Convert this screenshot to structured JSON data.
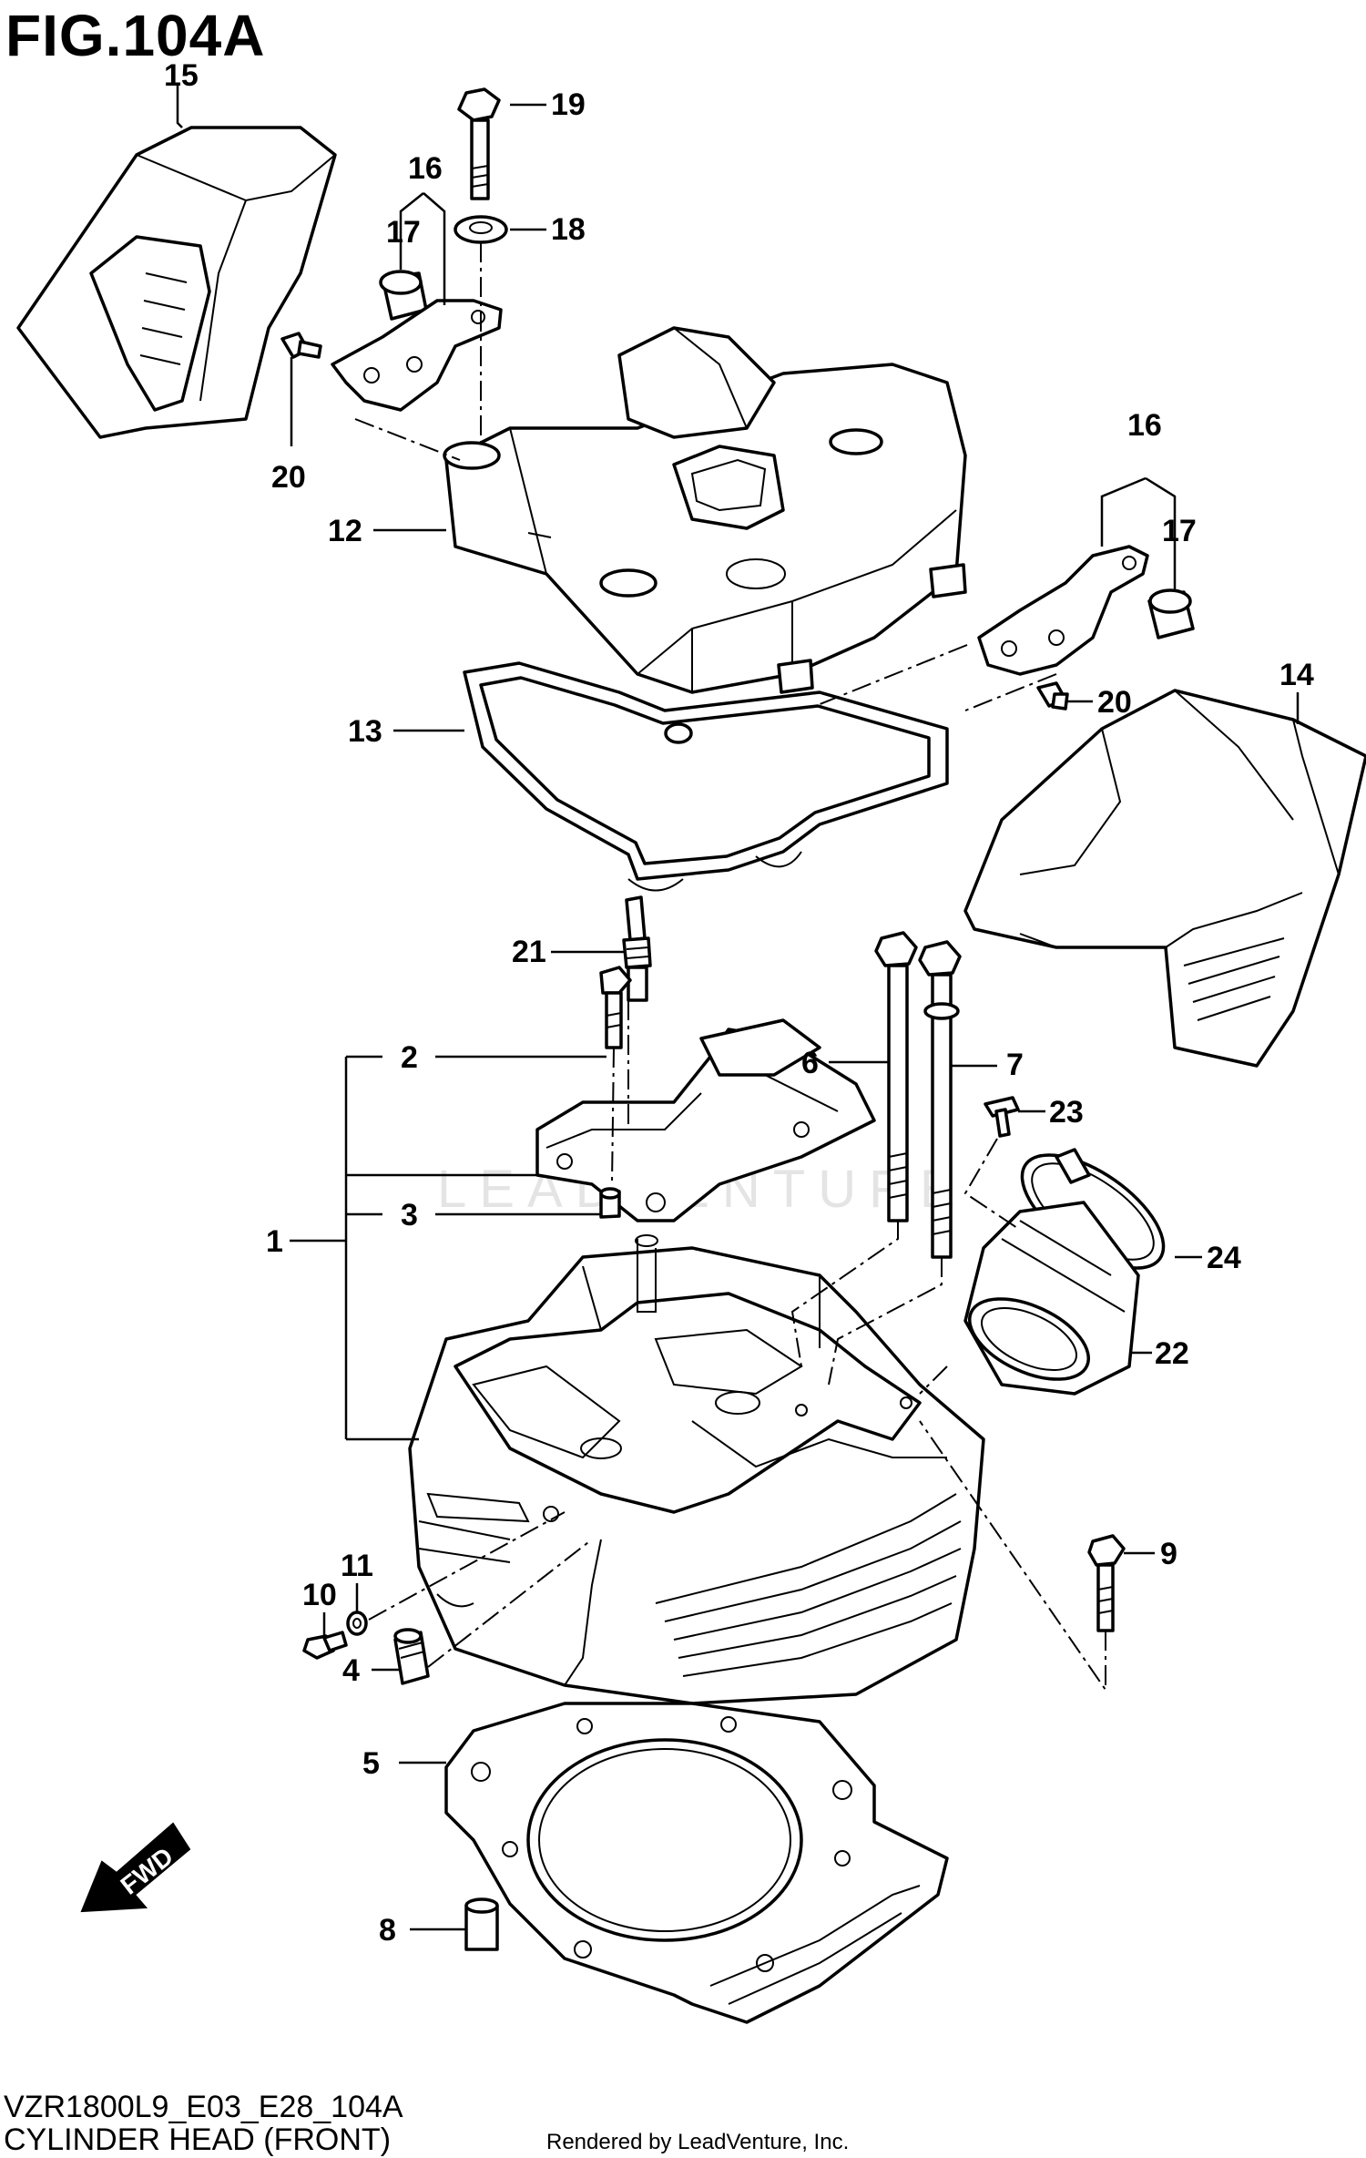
{
  "figure": {
    "title": "FIG.104A",
    "model_code": "VZR1800L9_E03_E28_104A",
    "name": "CYLINDER HEAD (FRONT)",
    "credit": "Rendered by LeadVenture, Inc.",
    "fwd_label": "FWD",
    "watermark": "LEADVENTURE"
  },
  "callouts": [
    {
      "id": "c1",
      "label": "1"
    },
    {
      "id": "c2",
      "label": "2"
    },
    {
      "id": "c3",
      "label": "3"
    },
    {
      "id": "c4",
      "label": "4"
    },
    {
      "id": "c5",
      "label": "5"
    },
    {
      "id": "c6",
      "label": "6"
    },
    {
      "id": "c7",
      "label": "7"
    },
    {
      "id": "c8",
      "label": "8"
    },
    {
      "id": "c9",
      "label": "9"
    },
    {
      "id": "c10",
      "label": "10"
    },
    {
      "id": "c11",
      "label": "11"
    },
    {
      "id": "c12",
      "label": "12"
    },
    {
      "id": "c13",
      "label": "13"
    },
    {
      "id": "c14",
      "label": "14"
    },
    {
      "id": "c15",
      "label": "15"
    },
    {
      "id": "c16a",
      "label": "16"
    },
    {
      "id": "c16b",
      "label": "16"
    },
    {
      "id": "c17a",
      "label": "17"
    },
    {
      "id": "c17b",
      "label": "17"
    },
    {
      "id": "c18",
      "label": "18"
    },
    {
      "id": "c19",
      "label": "19"
    },
    {
      "id": "c20a",
      "label": "20"
    },
    {
      "id": "c20b",
      "label": "20"
    },
    {
      "id": "c21",
      "label": "21"
    },
    {
      "id": "c22",
      "label": "22"
    },
    {
      "id": "c23",
      "label": "23"
    },
    {
      "id": "c24",
      "label": "24"
    }
  ]
}
